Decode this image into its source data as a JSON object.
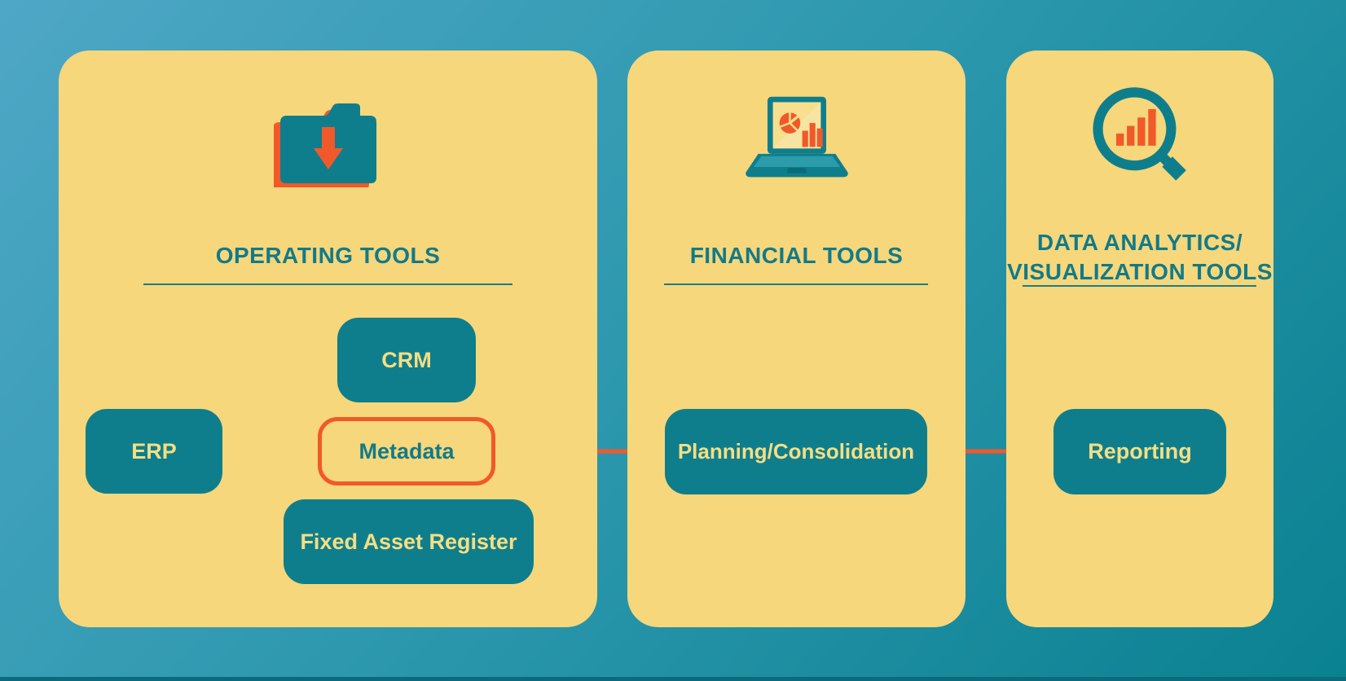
{
  "colors": {
    "background_top": "#4EA7C6",
    "background_bottom": "#0A8191",
    "panel_yellow": "#F6D77B",
    "node_teal": "#0F7E8C",
    "title_teal": "#127A89",
    "connector_orange": "#F1592A",
    "node_label_yellow": "#F5DE83"
  },
  "panels": [
    {
      "id": "operating",
      "title": "OPERATING TOOLS",
      "icon": "folder-download-icon"
    },
    {
      "id": "financial",
      "title": "FINANCIAL TOOLS",
      "icon": "laptop-charts-icon"
    },
    {
      "id": "analytics",
      "title_line1": "DATA ANALYTICS/",
      "title_line2": "VISUALIZATION TOOLS",
      "icon": "magnifying-glass-chart-icon"
    }
  ],
  "nodes": {
    "crm": {
      "label": "CRM",
      "panel": "operating"
    },
    "erp": {
      "label": "ERP",
      "panel": "operating"
    },
    "metadata": {
      "label": "Metadata",
      "panel": "operating"
    },
    "fixed_asset_register": {
      "label": "Fixed Asset Register",
      "panel": "operating"
    },
    "planning_consolidation": {
      "label": "Planning/Consolidation",
      "panel": "financial"
    },
    "reporting": {
      "label": "Reporting",
      "panel": "analytics"
    }
  },
  "connections": [
    {
      "from": "ERP",
      "to": "Metadata",
      "arrowhead": false
    },
    {
      "from": "CRM",
      "to": "main-flow-line",
      "arrowhead": false
    },
    {
      "from": "Fixed Asset Register",
      "to": "main-flow-line",
      "arrowhead": false
    },
    {
      "from": "Metadata",
      "to": "Planning/Consolidation",
      "arrowhead": true
    },
    {
      "from": "Planning/Consolidation",
      "to": "Reporting",
      "arrowhead": true
    }
  ]
}
